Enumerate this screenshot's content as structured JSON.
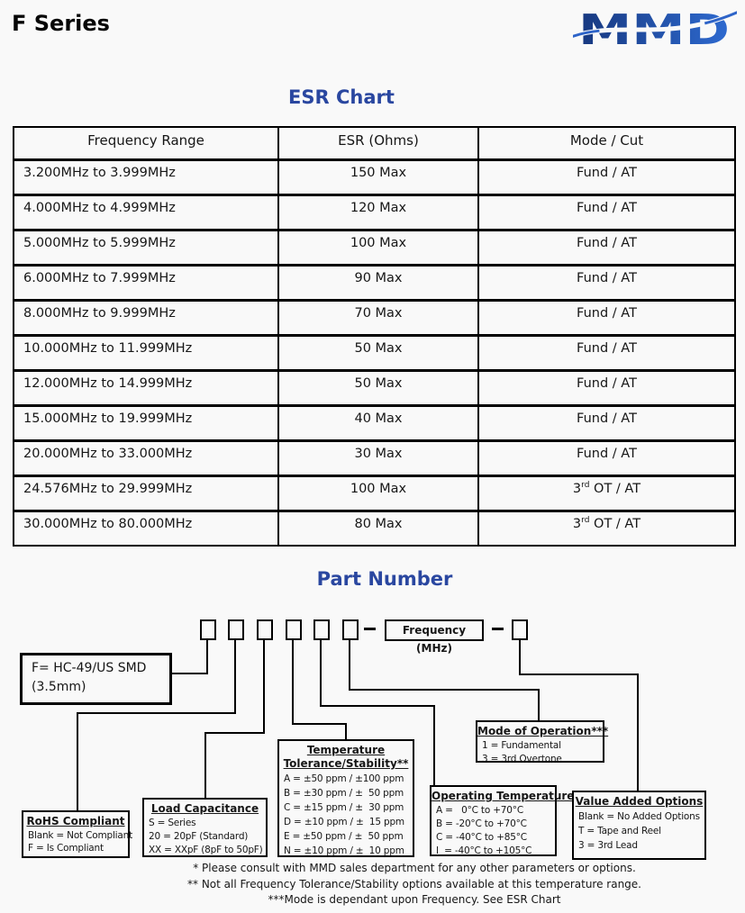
{
  "header": {
    "series_title": "F Series",
    "logo_text": "MMD",
    "logo_colors": {
      "gradient_start": "#17387f",
      "gradient_end": "#2e6ad0",
      "swoosh": "#2e64c8"
    }
  },
  "accent_color": "#2a47a0",
  "esr_section": {
    "title": "ESR Chart",
    "table": {
      "columns": [
        "Frequency Range",
        "ESR (Ohms)",
        "Mode / Cut"
      ],
      "rows": [
        [
          "3.200MHz to 3.999MHz",
          "150 Max",
          "Fund / AT"
        ],
        [
          "4.000MHz to 4.999MHz",
          "120 Max",
          "Fund / AT"
        ],
        [
          "5.000MHz to 5.999MHz",
          "100 Max",
          "Fund / AT"
        ],
        [
          "6.000MHz to 7.999MHz",
          "90 Max",
          "Fund / AT"
        ],
        [
          "8.000MHz to 9.999MHz",
          "70 Max",
          "Fund / AT"
        ],
        [
          "10.000MHz to 11.999MHz",
          "50 Max",
          "Fund / AT"
        ],
        [
          "12.000MHz to 14.999MHz",
          "50 Max",
          "Fund / AT"
        ],
        [
          "15.000MHz to 19.999MHz",
          "40 Max",
          "Fund / AT"
        ],
        [
          "20.000MHz to 33.000MHz",
          "30 Max",
          "Fund / AT"
        ],
        [
          "24.576MHz to 29.999MHz",
          "100 Max",
          "3rd OT / AT"
        ],
        [
          "30.000MHz to 80.000MHz",
          "80 Max",
          "3rd OT / AT"
        ]
      ]
    }
  },
  "part_number_section": {
    "title": "Part Number",
    "frequency_box_label": "Frequency (MHz)",
    "series_box": {
      "lines": [
        "F= HC-49/US SMD",
        "(3.5mm)"
      ]
    },
    "boxes": {
      "rohs": {
        "title": "RoHS Compliant",
        "lines": [
          "Blank = Not Compliant",
          "F = Is Compliant"
        ]
      },
      "load_capacitance": {
        "title": "Load Capacitance",
        "lines": [
          "S = Series",
          "20 = 20pF (Standard)",
          "XX = XXpF (8pF to 50pF)"
        ]
      },
      "temperature_tolerance": {
        "title": "Temperature\nTolerance/Stability**",
        "lines": [
          "A = ±50 ppm / ±100 ppm",
          "B = ±30 ppm / ±  50 ppm",
          "C = ±15 ppm / ±  30 ppm",
          "D = ±10 ppm / ±  15 ppm",
          "E = ±50 ppm / ±  50 ppm",
          "N = ±10 ppm / ±  10 ppm"
        ]
      },
      "operating_temperature": {
        "title": "Operating Temperature",
        "lines": [
          "A =   0°C to +70°C",
          "B = -20°C to +70°C",
          "C = -40°C to +85°C",
          "I  = -40°C to +105°C"
        ]
      },
      "mode_of_operation": {
        "title": "Mode of Operation***",
        "lines": [
          "1 = Fundamental",
          "3 = 3rd Overtone"
        ]
      },
      "value_added_options": {
        "title": "Value Added Options",
        "lines": [
          "Blank = No Added Options",
          "T = Tape and Reel",
          "3 = 3rd Lead"
        ]
      }
    },
    "notes": [
      "* Please consult with MMD sales department for any other parameters or options.",
      "** Not all Frequency Tolerance/Stability options available at this temperature range.",
      "***Mode is dependant upon Frequency. See ESR Chart"
    ]
  }
}
